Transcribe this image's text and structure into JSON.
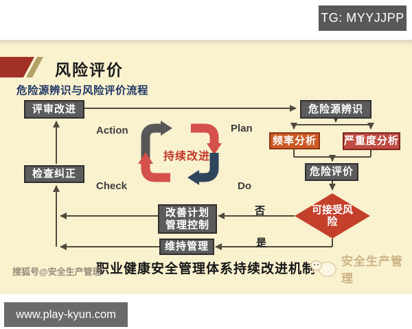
{
  "badges": {
    "tg": "TG: MYYJJPP",
    "url": "www.play-kyun.com"
  },
  "slide": {
    "title": "风险评价",
    "subtitle": "危险源辨识与风险评价流程",
    "caption": "职业健康安全管理体系持续改进机制",
    "watermark_left": "搜狐号@安全生产管理",
    "watermark_right": "安全生产管理",
    "cycle": {
      "center_label": "持续改进",
      "action": "Action",
      "plan": "Plan",
      "check": "Check",
      "do": "Do"
    },
    "nodes": {
      "review_improve": "评审改进",
      "check_correct": "检查纠正",
      "hazard_identification": "危险源辨识",
      "frequency_analysis": "频率分析",
      "severity_analysis": "严重度分析",
      "risk_evaluation": "危险评价",
      "improvement_plan": "改善计划管理控制",
      "maintain_management": "维持管理",
      "acceptable_risk": "可接受风险"
    },
    "branch": {
      "no": "否",
      "yes": "是"
    }
  },
  "colors": {
    "slide_bg": "#FAF1CF",
    "box_gray": "#5C5C5C",
    "box_border": "#2E2E2E",
    "box_orange": "#CC5926",
    "box_orange_border": "#8F3512",
    "box_red": "#BF4B42",
    "box_red_border": "#7E241F",
    "diamond_red": "#C5402B",
    "arrow_gray": "#575757",
    "arrow_red": "#D4504B",
    "arrow_navy": "#2F455C",
    "line": "#4F4A3C",
    "title_mark_red": "#A13028",
    "title_mark_khaki": "#B3A067",
    "subtitle_blue": "#1F3864",
    "cycle_text_red": "#C0392B",
    "badge_gray": "#585858",
    "watermark_tan": "#CDB287"
  }
}
